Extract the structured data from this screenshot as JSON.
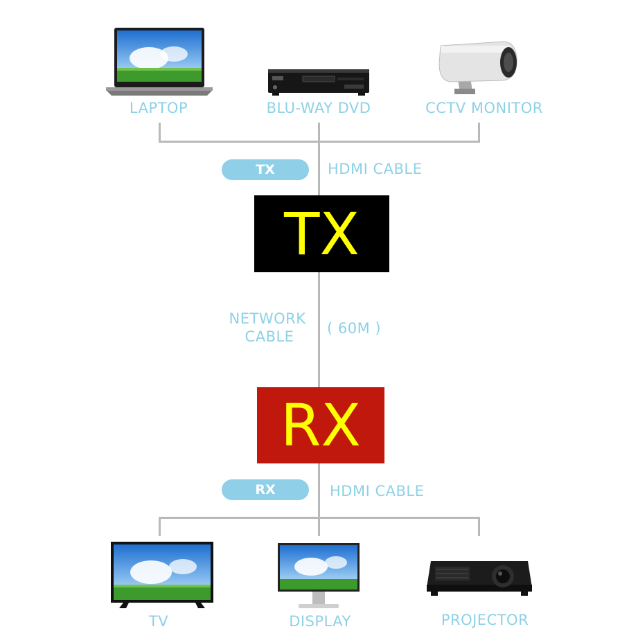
{
  "sources": [
    {
      "name": "laptop",
      "label": "LAPTOP"
    },
    {
      "name": "dvd",
      "label": "BLU-WAY DVD"
    },
    {
      "name": "cctv",
      "label": "CCTV MONITOR"
    }
  ],
  "tx_side": {
    "pill": "TX",
    "cable": "HDMI CABLE"
  },
  "tx_box": {
    "label": "TX",
    "bg": "#000000",
    "fg": "#ffff00"
  },
  "link": {
    "type_line1": "NETWORK",
    "type_line2": "CABLE",
    "length": "( 60M )"
  },
  "rx_box": {
    "label": "RX",
    "bg": "#c0180c",
    "fg": "#ffff00"
  },
  "rx_side": {
    "pill": "RX",
    "cable": "HDMI CABLE"
  },
  "outputs": [
    {
      "name": "tv",
      "label": "TV"
    },
    {
      "name": "display",
      "label": "DISPLAY"
    },
    {
      "name": "projector",
      "label": "PROJECTOR"
    }
  ],
  "colors": {
    "accent_text": "#8ed1e6",
    "pill_bg": "#8fd0e8",
    "wire": "#b9b9b9"
  }
}
